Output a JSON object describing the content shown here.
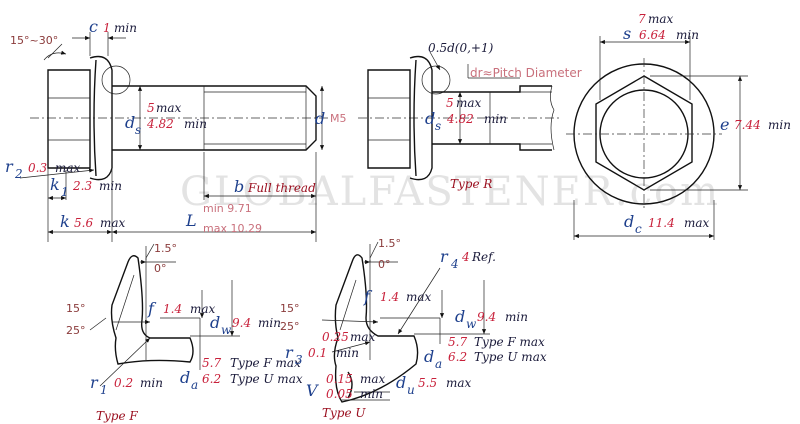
{
  "watermark": "GLOBALFASTENER.com",
  "main": {
    "angle_range": "15°~30°",
    "c": {
      "sym": "c",
      "val": "1",
      "lbl": "min"
    },
    "s": {
      "sym": "s",
      "max": "7",
      "max_lbl": "max",
      "min": "6.64",
      "min_lbl": "min"
    },
    "ds": {
      "sym": "d",
      "sub": "s",
      "max": "5",
      "max_lbl": "max",
      "min": "4.82",
      "min_lbl": "min"
    },
    "d": {
      "sym": "d",
      "val": "M5"
    },
    "r2": {
      "sym": "r",
      "sub": "2",
      "val": "0.3",
      "lbl": "max"
    },
    "k1": {
      "sym": "k",
      "sub": "1",
      "val": "2.3",
      "lbl": "min"
    },
    "k": {
      "sym": "k",
      "val": "5.6",
      "lbl": "max"
    },
    "b": {
      "sym": "b",
      "lbl": "Full thread"
    },
    "L": {
      "sym": "L",
      "min": "min 9.71",
      "max": "max 10.29"
    }
  },
  "typeR": {
    "label": "Type R",
    "flange_rad": "0.5d(0,+1)",
    "dr": "dr≈Pitch Diameter",
    "ds": {
      "sym": "d",
      "sub": "s",
      "max": "5",
      "max_lbl": "max",
      "min": "4.82",
      "min_lbl": "min"
    }
  },
  "endview": {
    "e": {
      "sym": "e",
      "val": "7.44",
      "lbl": "min"
    },
    "dc": {
      "sym": "d",
      "sub": "c",
      "val": "11.4",
      "lbl": "max"
    }
  },
  "typeF": {
    "label": "Type F",
    "a1": "1.5°",
    "a2": "0°",
    "a3": "15°",
    "a4": "25°",
    "f": {
      "sym": "f",
      "val": "1.4",
      "lbl": "max"
    },
    "dw": {
      "sym": "d",
      "sub": "w",
      "val": "9.4",
      "lbl": "min"
    },
    "da": {
      "sym": "d",
      "sub": "a",
      "v1": "5.7",
      "l1": "Type F max",
      "v2": "6.2",
      "l2": "Type U max"
    },
    "r1": {
      "sym": "r",
      "sub": "1",
      "val": "0.2",
      "lbl": "min"
    }
  },
  "typeU": {
    "label": "Type U",
    "a1": "1.5°",
    "a2": "0°",
    "a3": "15°",
    "a4": "25°",
    "r4": {
      "sym": "r",
      "sub": "4",
      "val": "4",
      "lbl": "Ref."
    },
    "f": {
      "sym": "f",
      "val": "1.4",
      "lbl": "max"
    },
    "dw": {
      "sym": "d",
      "sub": "w",
      "val": "9.4",
      "lbl": "min"
    },
    "da": {
      "sym": "d",
      "sub": "a",
      "v1": "5.7",
      "l1": "Type F max",
      "v2": "6.2",
      "l2": "Type U max"
    },
    "r3": {
      "sym": "r",
      "sub": "3",
      "v1": "0.25",
      "l1": "max",
      "v2": "0.1",
      "l2": "min"
    },
    "V": {
      "sym": "V",
      "v1": "0.15",
      "l1": "max",
      "v2": "0.05",
      "l2": "min"
    },
    "du": {
      "sym": "d",
      "sub": "u",
      "val": "5.5",
      "lbl": "max"
    }
  }
}
